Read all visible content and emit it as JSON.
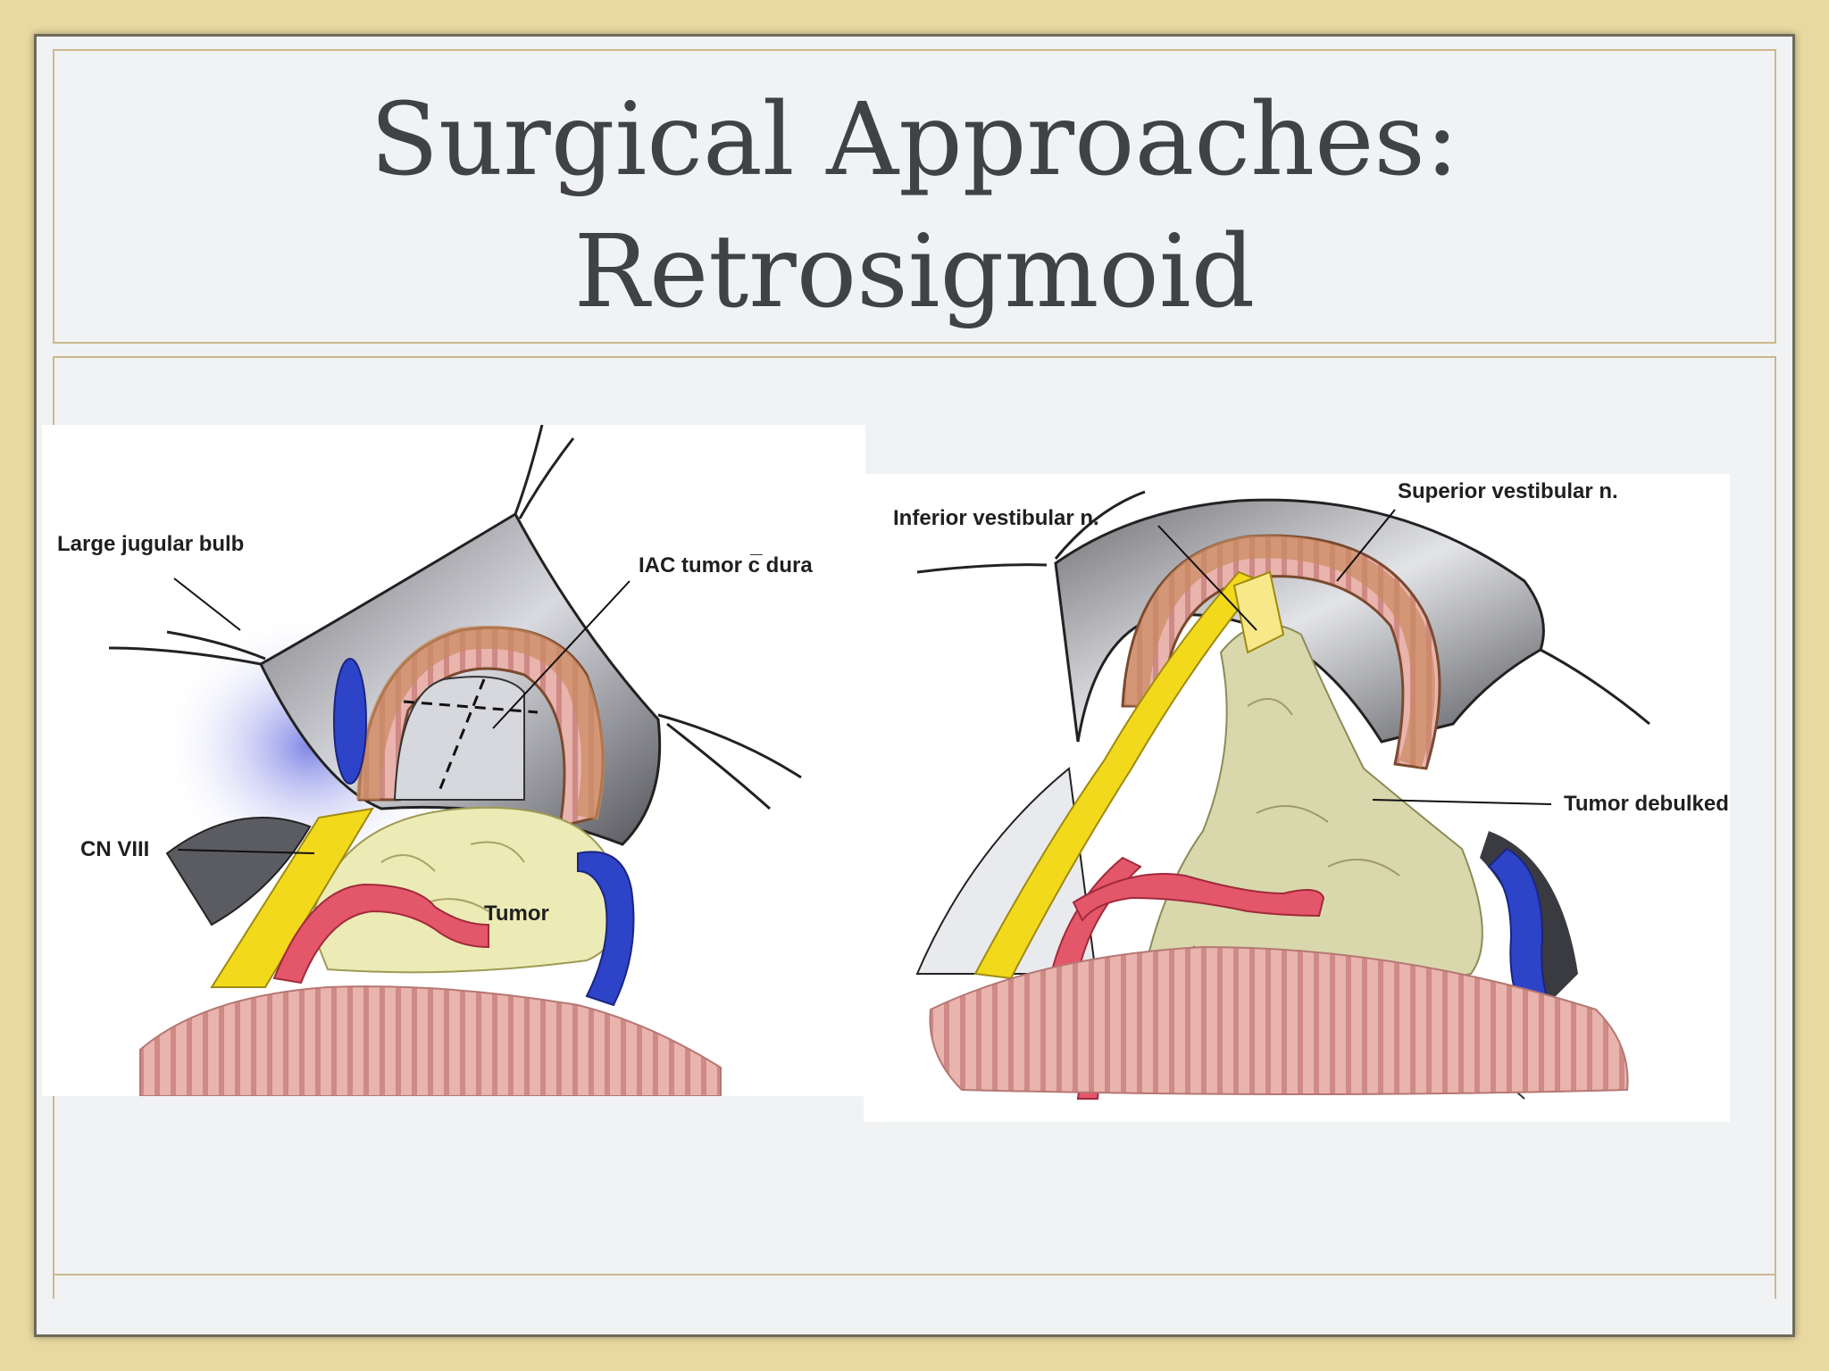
{
  "slide": {
    "title_line1": "Surgical Approaches:",
    "title_line2": "Retrosigmoid"
  },
  "figure_left": {
    "labels": {
      "jugular_bulb": "Large jugular bulb",
      "iac_tumor": "IAC tumor c̅ dura",
      "cn_viii": "CN VIII",
      "tumor": "Tumor"
    }
  },
  "figure_right": {
    "labels": {
      "inferior_vestibular": "Inferior vestibular n.",
      "superior_vestibular": "Superior vestibular n.",
      "tumor_debulked": "Tumor debulked"
    }
  },
  "colors": {
    "background": "#e8d9a0",
    "slide": "#f1f2f4",
    "title_text": "#404246",
    "frame_rule": "#cbb98d",
    "nerve": "#f2d91c",
    "vein": "#2d43c8",
    "artery": "#e4566a",
    "tumor": "#ecebb6",
    "bone": "#c98a5e",
    "cerebellum": "#e6a9a7"
  }
}
